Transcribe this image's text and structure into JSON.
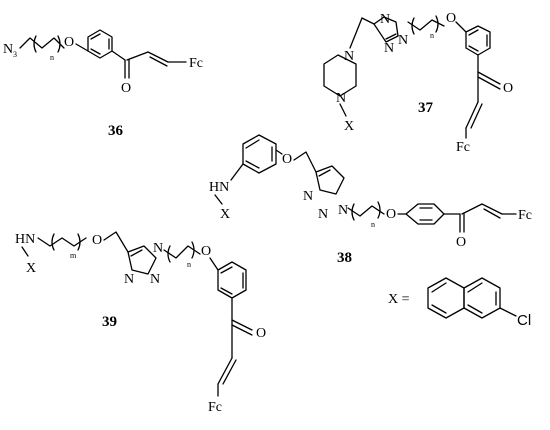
{
  "compound_labels": [
    "36",
    "37",
    "38",
    "39"
  ],
  "atoms": {
    "azide": "N",
    "azide_sub": "3",
    "oxygen": "O",
    "nitrogen": "N",
    "ferrocenyl": "Fc",
    "amine_h": "HN",
    "substituent_x": "X",
    "chlorine": "Cl",
    "chain_n": "n",
    "chain_m": "m"
  },
  "legend": {
    "definition": "X ="
  }
}
